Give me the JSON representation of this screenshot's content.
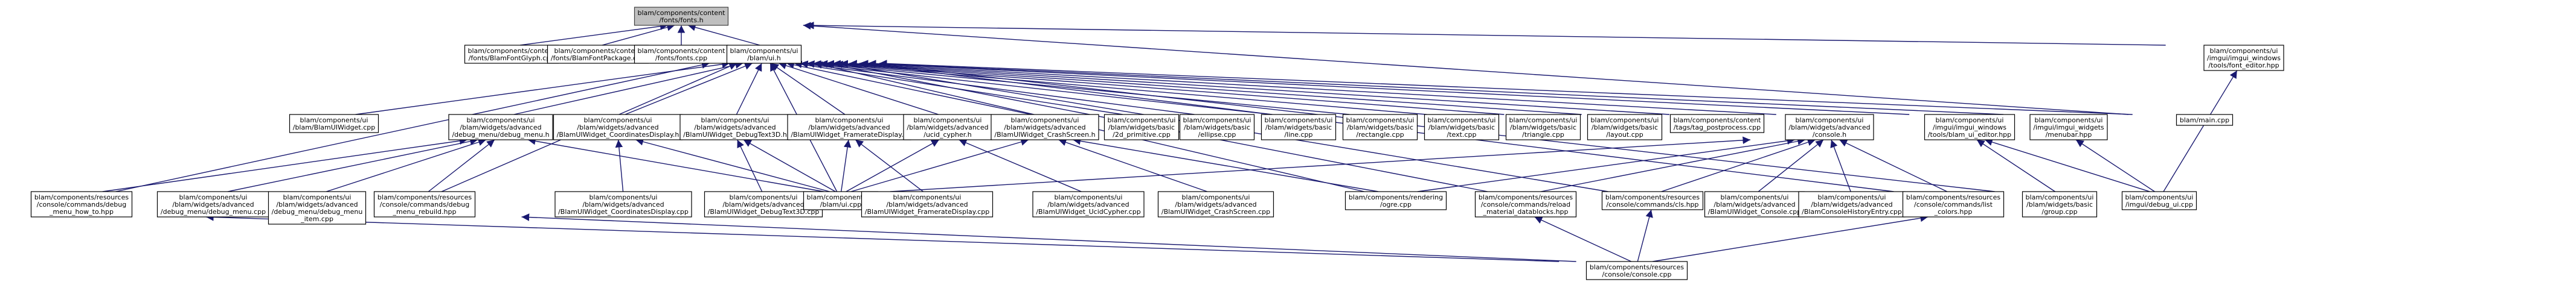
{
  "graph": {
    "kind": "include-dependency-graph",
    "colors": {
      "root_fill": "#bfbfbf",
      "node_fill": "#ffffff",
      "edge": "#191970",
      "text": "#000000"
    },
    "nodes": [
      {
        "id": "n_root",
        "lines": [
          "blam/components/content",
          "/fonts/fonts.h"
        ],
        "root": true
      },
      {
        "id": "n_fontglyph",
        "lines": [
          "blam/components/content",
          "/fonts/BlamFontGlyph.cpp"
        ]
      },
      {
        "id": "n_fontpkg",
        "lines": [
          "blam/components/content",
          "/fonts/BlamFontPackage.cpp"
        ]
      },
      {
        "id": "n_fontscpp",
        "lines": [
          "blam/components/content",
          "/fonts/fonts.cpp"
        ]
      },
      {
        "id": "n_uih",
        "lines": [
          "blam/components/ui",
          "/blam/ui.h"
        ]
      },
      {
        "id": "n_fonteditor",
        "lines": [
          "blam/components/ui",
          "/imgui/imgui_windows",
          "/tools/font_editor.hpp"
        ]
      },
      {
        "id": "n_blamuiwidget",
        "lines": [
          "blam/components/ui",
          "/blam/BlamUIWidget.cpp"
        ]
      },
      {
        "id": "n_debugmenuh",
        "lines": [
          "blam/components/ui",
          "/blam/widgets/advanced",
          "/debug_menu/debug_menu.h"
        ]
      },
      {
        "id": "n_coordsh",
        "lines": [
          "blam/components/ui",
          "/blam/widgets/advanced",
          "/BlamUIWidget_CoordinatesDisplay.h"
        ]
      },
      {
        "id": "n_debugtexth",
        "lines": [
          "blam/components/ui",
          "/blam/widgets/advanced",
          "/BlamUIWidget_DebugText3D.h"
        ]
      },
      {
        "id": "n_frameh",
        "lines": [
          "blam/components/ui",
          "/blam/widgets/advanced",
          "/BlamUIWidget_FramerateDisplay.h"
        ]
      },
      {
        "id": "n_ucidh",
        "lines": [
          "blam/components/ui",
          "/blam/widgets/advanced",
          "/ucid_cypher.h"
        ]
      },
      {
        "id": "n_crashh",
        "lines": [
          "blam/components/ui",
          "/blam/widgets/advanced",
          "/BlamUIWidget_CrashScreen.h"
        ]
      },
      {
        "id": "n_2dprim",
        "lines": [
          "blam/components/ui",
          "/blam/widgets/basic",
          "/2d_primitive.cpp"
        ]
      },
      {
        "id": "n_ellipse",
        "lines": [
          "blam/components/ui",
          "/blam/widgets/basic",
          "/ellipse.cpp"
        ]
      },
      {
        "id": "n_linecpp",
        "lines": [
          "blam/components/ui",
          "/blam/widgets/basic",
          "/line.cpp"
        ]
      },
      {
        "id": "n_rectangle",
        "lines": [
          "blam/components/ui",
          "/blam/widgets/basic",
          "/rectangle.cpp"
        ]
      },
      {
        "id": "n_textcpp",
        "lines": [
          "blam/components/ui",
          "/blam/widgets/basic",
          "/text.cpp"
        ]
      },
      {
        "id": "n_triangle",
        "lines": [
          "blam/components/ui",
          "/blam/widgets/basic",
          "/triangle.cpp"
        ]
      },
      {
        "id": "n_layout",
        "lines": [
          "blam/components/ui",
          "/blam/widgets/basic",
          "/layout.cpp"
        ]
      },
      {
        "id": "n_tagpost",
        "lines": [
          "blam/components/content",
          "/tags/tag_postprocess.cpp"
        ]
      },
      {
        "id": "n_consoleh",
        "lines": [
          "blam/components/ui",
          "/blam/widgets/advanced",
          "/console.h"
        ]
      },
      {
        "id": "n_uieditor",
        "lines": [
          "blam/components/ui",
          "/imgui/imgui_windows",
          "/tools/blam_ui_editor.hpp"
        ]
      },
      {
        "id": "n_menubar",
        "lines": [
          "blam/components/ui",
          "/imgui/imgui_widgets",
          "/menubar.hpp"
        ]
      },
      {
        "id": "n_blammain",
        "lines": [
          "blam/main.cpp"
        ]
      },
      {
        "id": "n_howto",
        "lines": [
          "blam/components/resources",
          "/console/commands/debug",
          "_menu_how_to.hpp"
        ]
      },
      {
        "id": "n_debugmenucpp",
        "lines": [
          "blam/components/ui",
          "/blam/widgets/advanced",
          "/debug_menu/debug_menu.cpp"
        ]
      },
      {
        "id": "n_debugmenuitem",
        "lines": [
          "blam/components/ui",
          "/blam/widgets/advanced",
          "/debug_menu/debug_menu",
          "_item.cpp"
        ]
      },
      {
        "id": "n_rebuild",
        "lines": [
          "blam/components/resources",
          "/console/commands/debug",
          "_menu_rebuild.hpp"
        ]
      },
      {
        "id": "n_coordscpp",
        "lines": [
          "blam/components/ui",
          "/blam/widgets/advanced",
          "/BlamUIWidget_CoordinatesDisplay.cpp"
        ]
      },
      {
        "id": "n_debugtextcpp",
        "lines": [
          "blam/components/ui",
          "/blam/widgets/advanced",
          "/BlamUIWidget_DebugText3D.cpp"
        ]
      },
      {
        "id": "n_uicpp",
        "lines": [
          "blam/components/ui",
          "/blam/ui.cpp"
        ]
      },
      {
        "id": "n_framecpp",
        "lines": [
          "blam/components/ui",
          "/blam/widgets/advanced",
          "/BlamUIWidget_FramerateDisplay.cpp"
        ]
      },
      {
        "id": "n_ucidcpp",
        "lines": [
          "blam/components/ui",
          "/blam/widgets/advanced",
          "/BlamUIWidget_UcidCypher.cpp"
        ]
      },
      {
        "id": "n_crashcpp",
        "lines": [
          "blam/components/ui",
          "/blam/widgets/advanced",
          "/BlamUIWidget_CrashScreen.cpp"
        ]
      },
      {
        "id": "n_rendering",
        "lines": [
          "blam/components/rendering",
          "/ogre.cpp"
        ]
      },
      {
        "id": "n_reload",
        "lines": [
          "blam/components/resources",
          "/console/commands/reload",
          "_material_datablocks.hpp"
        ]
      },
      {
        "id": "n_cls",
        "lines": [
          "blam/components/resources",
          "/console/commands/cls.hpp"
        ]
      },
      {
        "id": "n_consolewidget",
        "lines": [
          "blam/components/ui",
          "/blam/widgets/advanced",
          "/BlamUIWidget_Console.cpp"
        ]
      },
      {
        "id": "n_history",
        "lines": [
          "blam/components/ui",
          "/blam/widgets/advanced",
          "/BlamConsoleHistoryEntry.cpp"
        ]
      },
      {
        "id": "n_listcolors",
        "lines": [
          "blam/components/resources",
          "/console/commands/list",
          "_colors.hpp"
        ]
      },
      {
        "id": "n_group",
        "lines": [
          "blam/components/ui",
          "/blam/widgets/basic",
          "/group.cpp"
        ]
      },
      {
        "id": "n_debugui",
        "lines": [
          "blam/components/ui",
          "/imgui/debug_ui.cpp"
        ]
      },
      {
        "id": "n_consolecpp",
        "lines": [
          "blam/components/resources",
          "/console/console.cpp"
        ]
      }
    ],
    "edges": [
      [
        "n_root",
        "n_fontglyph"
      ],
      [
        "n_root",
        "n_fontpkg"
      ],
      [
        "n_root",
        "n_fontscpp"
      ],
      [
        "n_root",
        "n_uih"
      ],
      [
        "n_root",
        "n_fonteditor"
      ],
      [
        "n_root",
        "n_blammain"
      ],
      [
        "n_fonteditor",
        "n_debugui"
      ],
      [
        "n_uih",
        "n_blamuiwidget"
      ],
      [
        "n_uih",
        "n_debugmenuh"
      ],
      [
        "n_uih",
        "n_coordsh"
      ],
      [
        "n_uih",
        "n_debugtexth"
      ],
      [
        "n_uih",
        "n_frameh"
      ],
      [
        "n_uih",
        "n_ucidh"
      ],
      [
        "n_uih",
        "n_crashh"
      ],
      [
        "n_uih",
        "n_2dprim"
      ],
      [
        "n_uih",
        "n_ellipse"
      ],
      [
        "n_uih",
        "n_linecpp"
      ],
      [
        "n_uih",
        "n_rectangle"
      ],
      [
        "n_uih",
        "n_textcpp"
      ],
      [
        "n_uih",
        "n_triangle"
      ],
      [
        "n_uih",
        "n_layout"
      ],
      [
        "n_uih",
        "n_tagpost"
      ],
      [
        "n_uih",
        "n_consoleh"
      ],
      [
        "n_uih",
        "n_uieditor"
      ],
      [
        "n_uih",
        "n_menubar"
      ],
      [
        "n_uih",
        "n_blammain"
      ],
      [
        "n_uih",
        "n_howto"
      ],
      [
        "n_uih",
        "n_rebuild"
      ],
      [
        "n_uih",
        "n_uicpp"
      ],
      [
        "n_uih",
        "n_rendering"
      ],
      [
        "n_uih",
        "n_reload"
      ],
      [
        "n_uih",
        "n_cls"
      ],
      [
        "n_uih",
        "n_listcolors"
      ],
      [
        "n_uih",
        "n_group"
      ],
      [
        "n_debugmenuh",
        "n_howto"
      ],
      [
        "n_debugmenuh",
        "n_debugmenucpp"
      ],
      [
        "n_debugmenuh",
        "n_debugmenuitem"
      ],
      [
        "n_debugmenuh",
        "n_rebuild"
      ],
      [
        "n_debugmenuh",
        "n_uicpp"
      ],
      [
        "n_coordsh",
        "n_coordscpp"
      ],
      [
        "n_coordsh",
        "n_uicpp"
      ],
      [
        "n_debugtexth",
        "n_debugtextcpp"
      ],
      [
        "n_debugtexth",
        "n_uicpp"
      ],
      [
        "n_frameh",
        "n_framecpp"
      ],
      [
        "n_frameh",
        "n_uicpp"
      ],
      [
        "n_ucidh",
        "n_ucidcpp"
      ],
      [
        "n_ucidh",
        "n_uicpp"
      ],
      [
        "n_crashh",
        "n_crashcpp"
      ],
      [
        "n_crashh",
        "n_uicpp"
      ],
      [
        "n_crashh",
        "n_rendering"
      ],
      [
        "n_consoleh",
        "n_reload"
      ],
      [
        "n_consoleh",
        "n_cls"
      ],
      [
        "n_consoleh",
        "n_consolewidget"
      ],
      [
        "n_consoleh",
        "n_history"
      ],
      [
        "n_consoleh",
        "n_listcolors"
      ],
      [
        "n_consoleh",
        "n_uicpp"
      ],
      [
        "n_consoleh",
        "n_rendering"
      ],
      [
        "n_uieditor",
        "n_group"
      ],
      [
        "n_uieditor",
        "n_debugui"
      ],
      [
        "n_menubar",
        "n_debugui"
      ],
      [
        "n_howto",
        "n_consolecpp"
      ],
      [
        "n_rebuild",
        "n_consolecpp"
      ],
      [
        "n_reload",
        "n_consolecpp"
      ],
      [
        "n_cls",
        "n_consolecpp"
      ],
      [
        "n_listcolors",
        "n_consolecpp"
      ]
    ]
  }
}
